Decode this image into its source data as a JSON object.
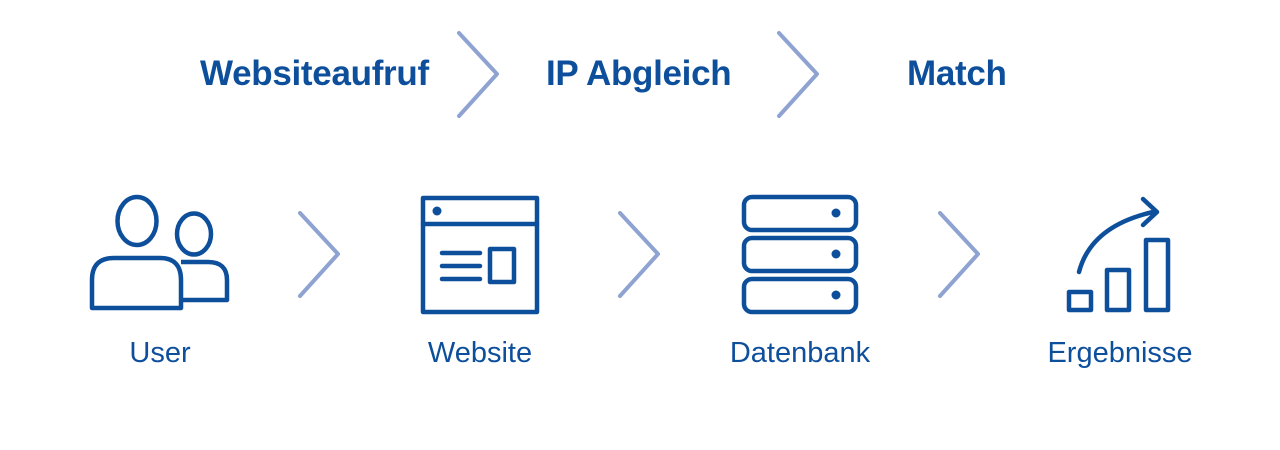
{
  "stages": [
    {
      "label": "Websiteaufruf"
    },
    {
      "label": "IP Abgleich"
    },
    {
      "label": "Match"
    }
  ],
  "nodes": [
    {
      "label": "User",
      "icon": "users-icon"
    },
    {
      "label": "Website",
      "icon": "browser-window-icon"
    },
    {
      "label": "Datenbank",
      "icon": "database-server-icon"
    },
    {
      "label": "Ergebnisse",
      "icon": "growth-chart-icon"
    }
  ],
  "colors": {
    "primary": "#0e4f9c",
    "chevron": "#8fa3d3",
    "background": "#ffffff"
  }
}
